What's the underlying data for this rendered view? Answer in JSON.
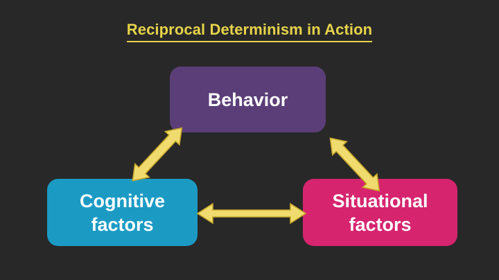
{
  "title": {
    "text": "Reciprocal Determinism in Action",
    "color": "#e6d34a",
    "underlined": true
  },
  "background_color": "#282828",
  "nodes": [
    {
      "id": "behavior",
      "label": "Behavior",
      "color": "#5b3e78",
      "text_color": "#ffffff",
      "position": "top-center"
    },
    {
      "id": "cognitive",
      "label": "Cognitive\nfactors",
      "color": "#1b9bc4",
      "text_color": "#ffffff",
      "position": "bottom-left"
    },
    {
      "id": "situational",
      "label": "Situational\nfactors",
      "color": "#d6246e",
      "text_color": "#ffffff",
      "position": "bottom-right"
    }
  ],
  "connectors": [
    {
      "id": "cognitive-behavior",
      "from": "cognitive",
      "to": "behavior",
      "style": "double-headed-arrow",
      "orientation": "diagonal-up-right",
      "fill": "#f0dc6e",
      "stroke": "#c8a82a"
    },
    {
      "id": "behavior-situational",
      "from": "behavior",
      "to": "situational",
      "style": "double-headed-arrow",
      "orientation": "diagonal-down-right",
      "fill": "#f0dc6e",
      "stroke": "#c8a82a"
    },
    {
      "id": "cognitive-situational",
      "from": "cognitive",
      "to": "situational",
      "style": "double-headed-arrow",
      "orientation": "horizontal",
      "fill": "#f0dc6e",
      "stroke": "#c8a82a"
    }
  ],
  "chart_data": {
    "type": "diagram",
    "diagram_kind": "triangular-reciprocal-model",
    "title": "Reciprocal Determinism in Action",
    "nodes": [
      "Behavior",
      "Cognitive factors",
      "Situational factors"
    ],
    "edges": [
      {
        "a": "Cognitive factors",
        "b": "Behavior",
        "bidirectional": true
      },
      {
        "a": "Behavior",
        "b": "Situational factors",
        "bidirectional": true
      },
      {
        "a": "Cognitive factors",
        "b": "Situational factors",
        "bidirectional": true
      }
    ]
  }
}
